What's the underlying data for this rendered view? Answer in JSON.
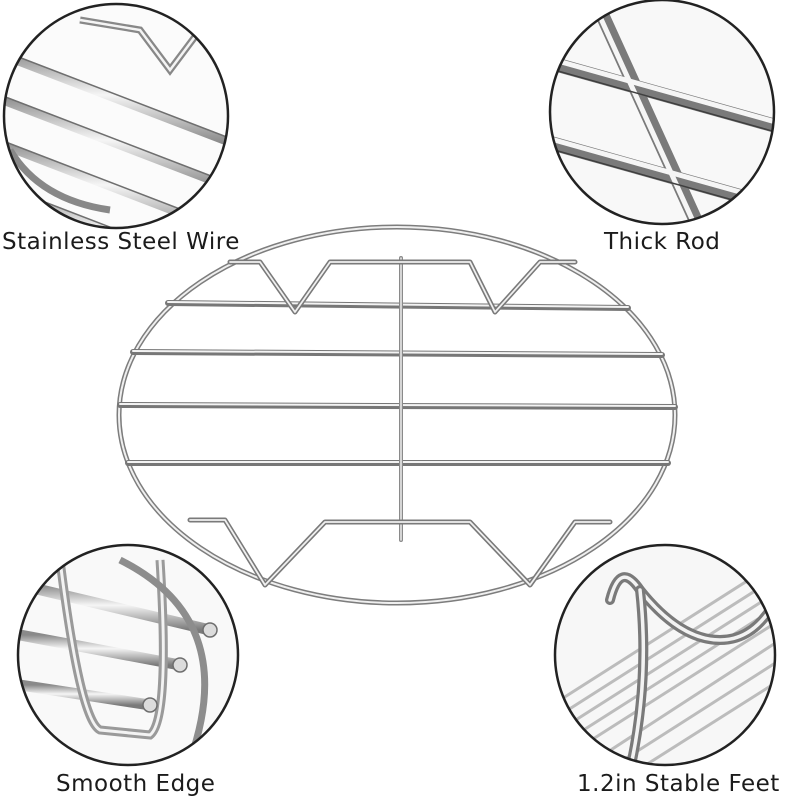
{
  "labels": {
    "top_left": "Stainless Steel Wire",
    "top_right": "Thick Rod",
    "bottom_left": "Smooth Edge",
    "bottom_right": "1.2in Stable Feet"
  },
  "colors": {
    "background": "#ffffff",
    "steel_light": "#f2f2f2",
    "steel_mid": "#b9b9b9",
    "steel_dark": "#6e6e6e",
    "circle_border": "#222222",
    "label_text": "#1b1b1b"
  }
}
